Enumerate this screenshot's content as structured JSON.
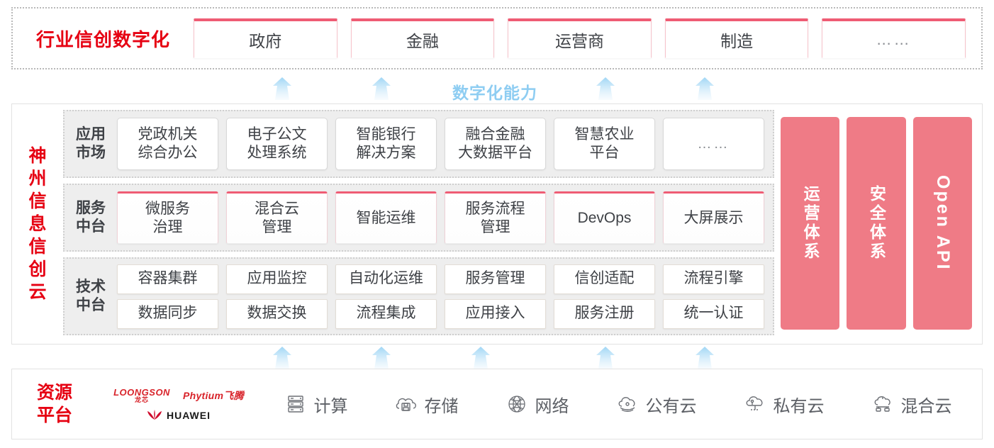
{
  "industry": {
    "title": "行业信创数字化",
    "items": [
      {
        "label": "政府"
      },
      {
        "label": "金融"
      },
      {
        "label": "运营商"
      },
      {
        "label": "制造"
      },
      {
        "label": "……"
      }
    ]
  },
  "capability_label": "数字化能力",
  "cloud": {
    "title": "神州信息信创云",
    "rows": [
      {
        "label": "应用\n市场",
        "label_lines": [
          "应用",
          "市场"
        ],
        "items": [
          "党政机关\n综合办公",
          "电子公文\n处理系统",
          "智能银行\n解决方案",
          "融合金融\n大数据平台",
          "智慧农业\n平台",
          "……"
        ],
        "item_lines": [
          [
            "党政机关",
            "综合办公"
          ],
          [
            "电子公文",
            "处理系统"
          ],
          [
            "智能银行",
            "解决方案"
          ],
          [
            "融合金融",
            "大数据平台"
          ],
          [
            "智慧农业",
            "平台"
          ],
          [
            "……",
            ""
          ]
        ]
      },
      {
        "label_lines": [
          "服务",
          "中台"
        ],
        "item_lines": [
          [
            "微服务",
            "治理"
          ],
          [
            "混合云",
            "管理"
          ],
          [
            "智能运维",
            ""
          ],
          [
            "服务流程",
            "管理"
          ],
          [
            "DevOps",
            ""
          ],
          [
            "大屏展示",
            ""
          ]
        ]
      },
      {
        "label_lines": [
          "技术",
          "中台"
        ],
        "line1": [
          "容器集群",
          "应用监控",
          "自动化运维",
          "服务管理",
          "信创适配",
          "流程引擎"
        ],
        "line2": [
          "数据同步",
          "数据交换",
          "流程集成",
          "应用接入",
          "服务注册",
          "统一认证"
        ]
      }
    ],
    "pillars": [
      {
        "text": "运营体系",
        "type": "cjk"
      },
      {
        "text": "安全体系",
        "type": "cjk"
      },
      {
        "text": "Open API",
        "type": "latin"
      }
    ]
  },
  "resource": {
    "title_lines": [
      "资源",
      "平台"
    ],
    "vendors": [
      {
        "name": "loongson",
        "en": "LOONGSON",
        "cn": "龙芯"
      },
      {
        "name": "phytium",
        "text": "Phytium飞腾"
      },
      {
        "name": "huawei",
        "text": "HUAWEI"
      }
    ],
    "items": [
      {
        "label": "计算",
        "icon": "server-icon"
      },
      {
        "label": "存储",
        "icon": "cloud-storage-icon"
      },
      {
        "label": "网络",
        "icon": "network-globe-icon"
      },
      {
        "label": "公有云",
        "icon": "public-cloud-icon"
      },
      {
        "label": "私有云",
        "icon": "private-cloud-icon"
      },
      {
        "label": "混合云",
        "icon": "hybrid-cloud-icon"
      }
    ]
  },
  "colors": {
    "brand_red": "#e60012",
    "accent_pink": "#ef5c74",
    "pillar_pink": "#ef7b86",
    "arrow_blue": "#9fd6f5",
    "row_bg": "#eeeeee"
  }
}
